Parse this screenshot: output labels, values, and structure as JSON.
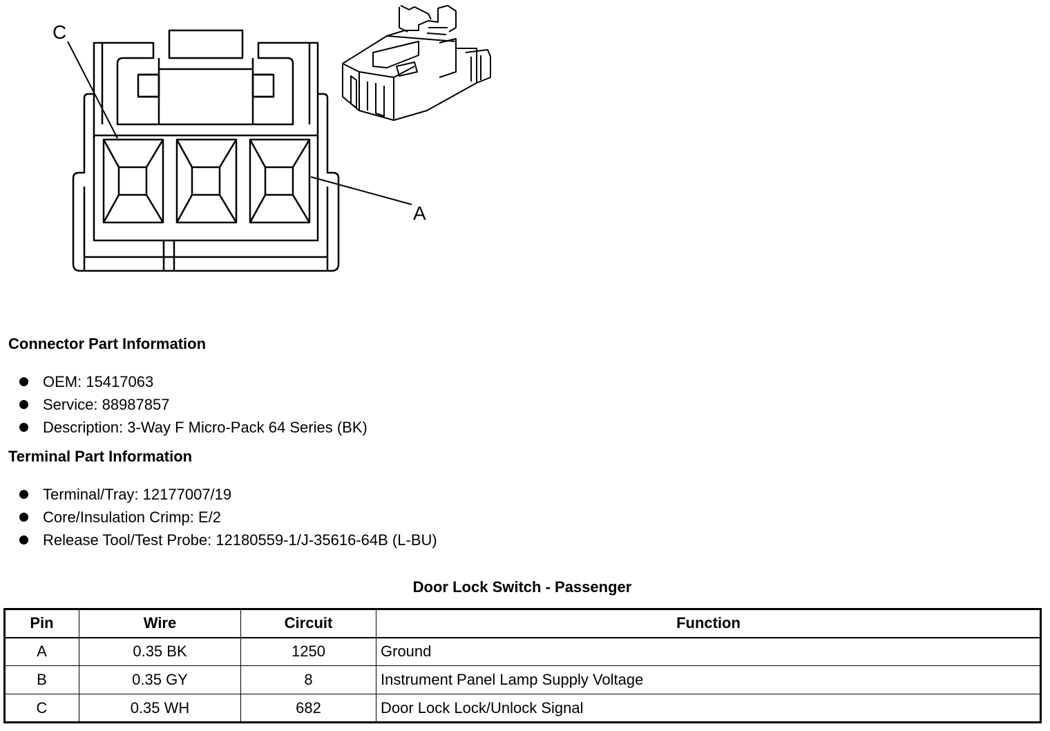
{
  "diagram": {
    "label_c": "C",
    "label_a": "A"
  },
  "connector_info": {
    "heading": "Connector Part Information",
    "items": [
      "OEM: 15417063",
      "Service: 88987857",
      "Description: 3-Way F Micro-Pack 64 Series (BK)"
    ]
  },
  "terminal_info": {
    "heading": "Terminal Part Information",
    "items": [
      "Terminal/Tray: 12177007/19",
      "Core/Insulation Crimp: E/2",
      "Release Tool/Test Probe: 12180559-1/J-35616-64B (L-BU)"
    ]
  },
  "table": {
    "title": "Door Lock Switch - Passenger",
    "headers": [
      "Pin",
      "Wire",
      "Circuit",
      "Function"
    ],
    "rows": [
      [
        "A",
        "0.35 BK",
        "1250",
        "Ground"
      ],
      [
        "B",
        "0.35 GY",
        "8",
        "Instrument Panel Lamp Supply Voltage"
      ],
      [
        "C",
        "0.35 WH",
        "682",
        "Door Lock Lock/Unlock Signal"
      ]
    ]
  },
  "colors": {
    "line": "#000000",
    "background": "#ffffff"
  }
}
